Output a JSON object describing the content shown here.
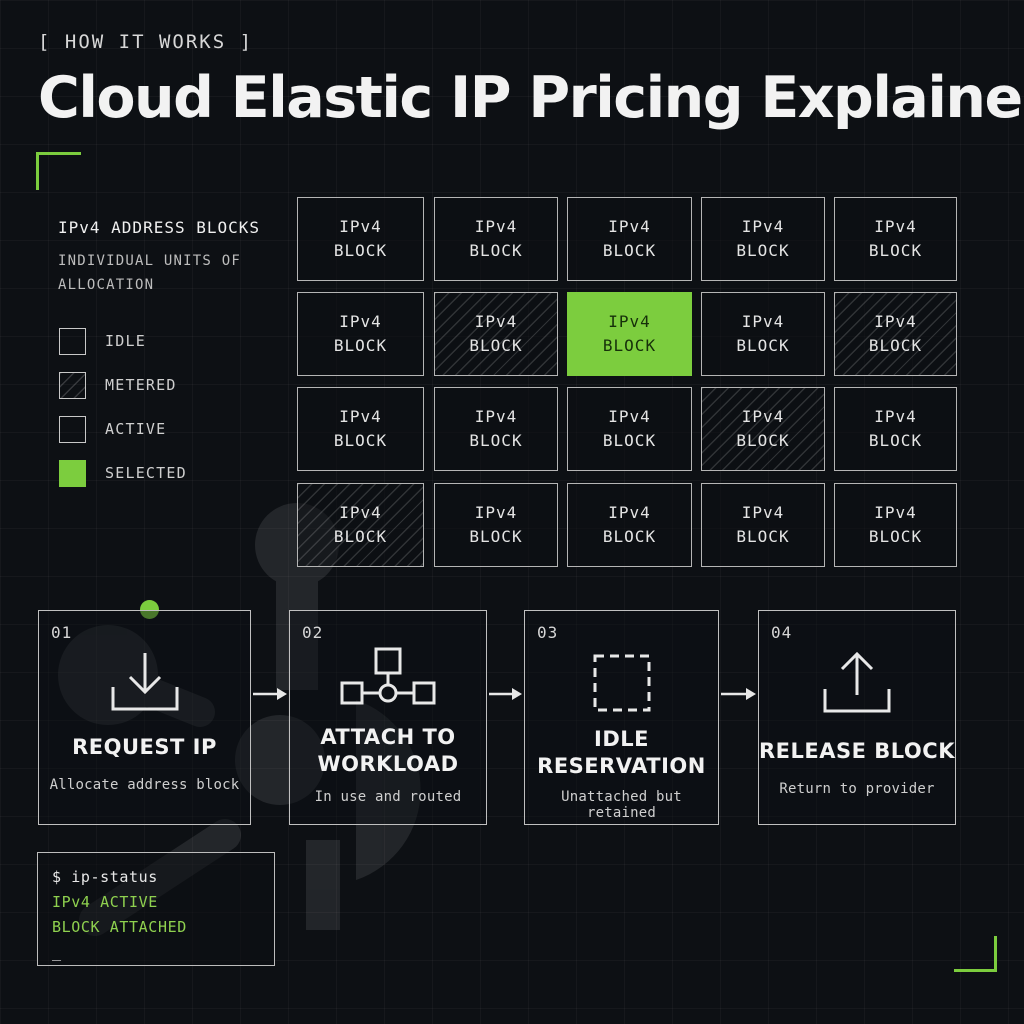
{
  "header": {
    "eyebrow": "[ HOW IT WORKS ]",
    "title": "Cloud Elastic IP Pricing Explained"
  },
  "legend": {
    "title": "IPv4 ADDRESS BLOCKS",
    "subtitle": "INDIVIDUAL UNITS OF ALLOCATION",
    "items": [
      {
        "label": "IDLE",
        "style": "outline"
      },
      {
        "label": "METERED",
        "style": "hatched"
      },
      {
        "label": "ACTIVE",
        "style": "outline"
      },
      {
        "label": "SELECTED",
        "style": "filled"
      }
    ]
  },
  "grid": {
    "block_line1": "IPv4",
    "block_line2": "BLOCK",
    "rows": [
      [
        "plain",
        "plain",
        "plain",
        "plain",
        "plain"
      ],
      [
        "plain",
        "hatched",
        "selected",
        "plain",
        "hatched"
      ],
      [
        "plain",
        "plain",
        "plain",
        "hatched",
        "plain"
      ],
      [
        "hatched",
        "plain",
        "plain",
        "plain",
        "plain"
      ]
    ]
  },
  "steps": [
    {
      "number": "01",
      "title": "REQUEST IP",
      "description": "Allocate address block",
      "icon": "download-tray-icon"
    },
    {
      "number": "02",
      "title": "ATTACH TO\nWORKLOAD",
      "description": "In use and routed",
      "icon": "network-nodes-icon"
    },
    {
      "number": "03",
      "title": "IDLE\nRESERVATION",
      "description": "Unattached but retained",
      "icon": "dashed-square-icon"
    },
    {
      "number": "04",
      "title": "RELEASE BLOCK",
      "description": "Return to provider",
      "icon": "upload-tray-icon"
    }
  ],
  "terminal": {
    "command": "$ ip-status",
    "line1": "IPv4 ACTIVE",
    "line2": "BLOCK ATTACHED",
    "cursor": "_"
  },
  "colors": {
    "accent": "#7ccd3e",
    "background": "#0d1014",
    "border": "#b5b5b5",
    "text": "#f2f2f2"
  }
}
